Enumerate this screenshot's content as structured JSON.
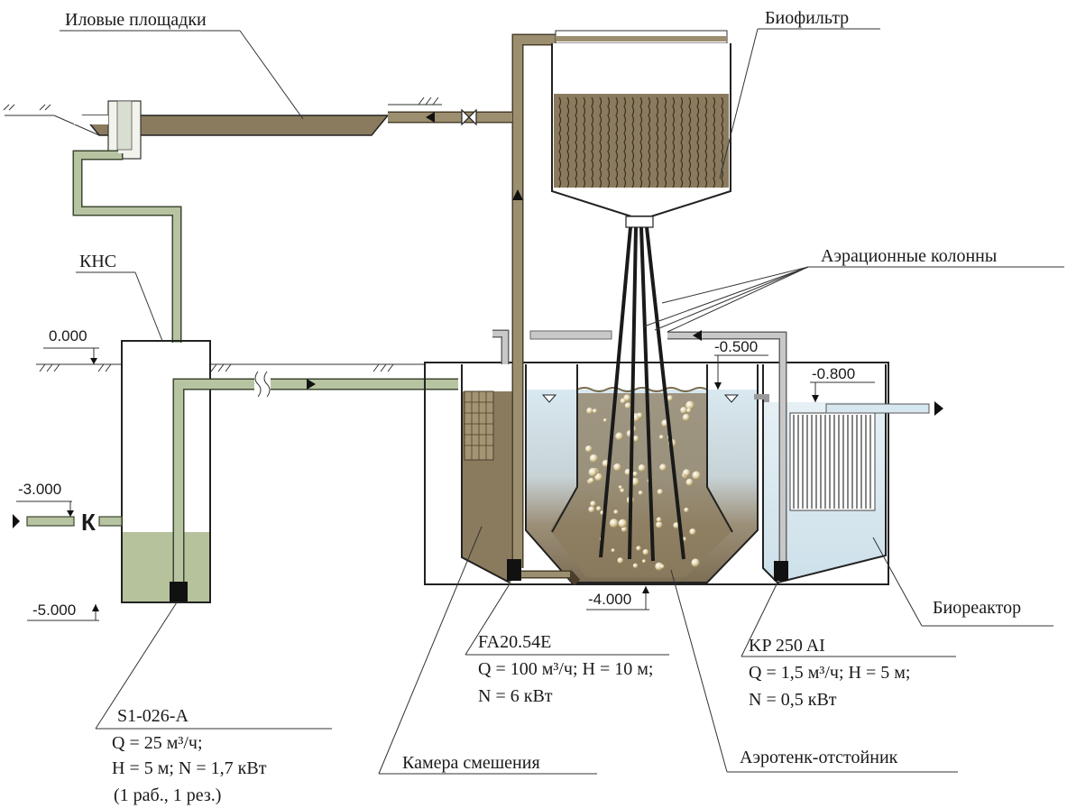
{
  "labels": {
    "sludge_beds": "Иловые площадки",
    "biofilter": "Биофильтр",
    "aeration_columns": "Аэрационные колонны",
    "kns": "КНС",
    "bioreactor": "Биореактор",
    "mixing_chamber": "Камера смешения",
    "aerotank_settler": "Аэротенк-отстойник",
    "valve_k": "К"
  },
  "elevations": {
    "ground": "0.000",
    "inlet": "-3.000",
    "kns_bottom": "-5.000",
    "aerotank_bottom": "-4.000",
    "settler_outlet": "-0.500",
    "bioreactor_outlet": "-0.800"
  },
  "pumps": {
    "s1": {
      "model": "S1-026-A",
      "line1": "Q = 25 м³/ч;",
      "line2": "H = 5 м; N = 1,7 кВт",
      "line3": "(1 раб., 1 рез.)"
    },
    "fa": {
      "model": "FA20.54E",
      "line1": "Q = 100 м³/ч; H = 10 м;",
      "line2": "N = 6 кВт"
    },
    "kp": {
      "model": "KP 250 AI",
      "line1": "Q = 1,5 м³/ч; H = 5 м;",
      "line2": "N = 0,5 кВт"
    }
  },
  "colors": {
    "sludge": "#8b7b5e",
    "pipe_green": "#b7c4a2",
    "pipe_brown": "#9c8f70",
    "water": "#d6e7ef",
    "kns_liquid": "#b5c29b"
  }
}
